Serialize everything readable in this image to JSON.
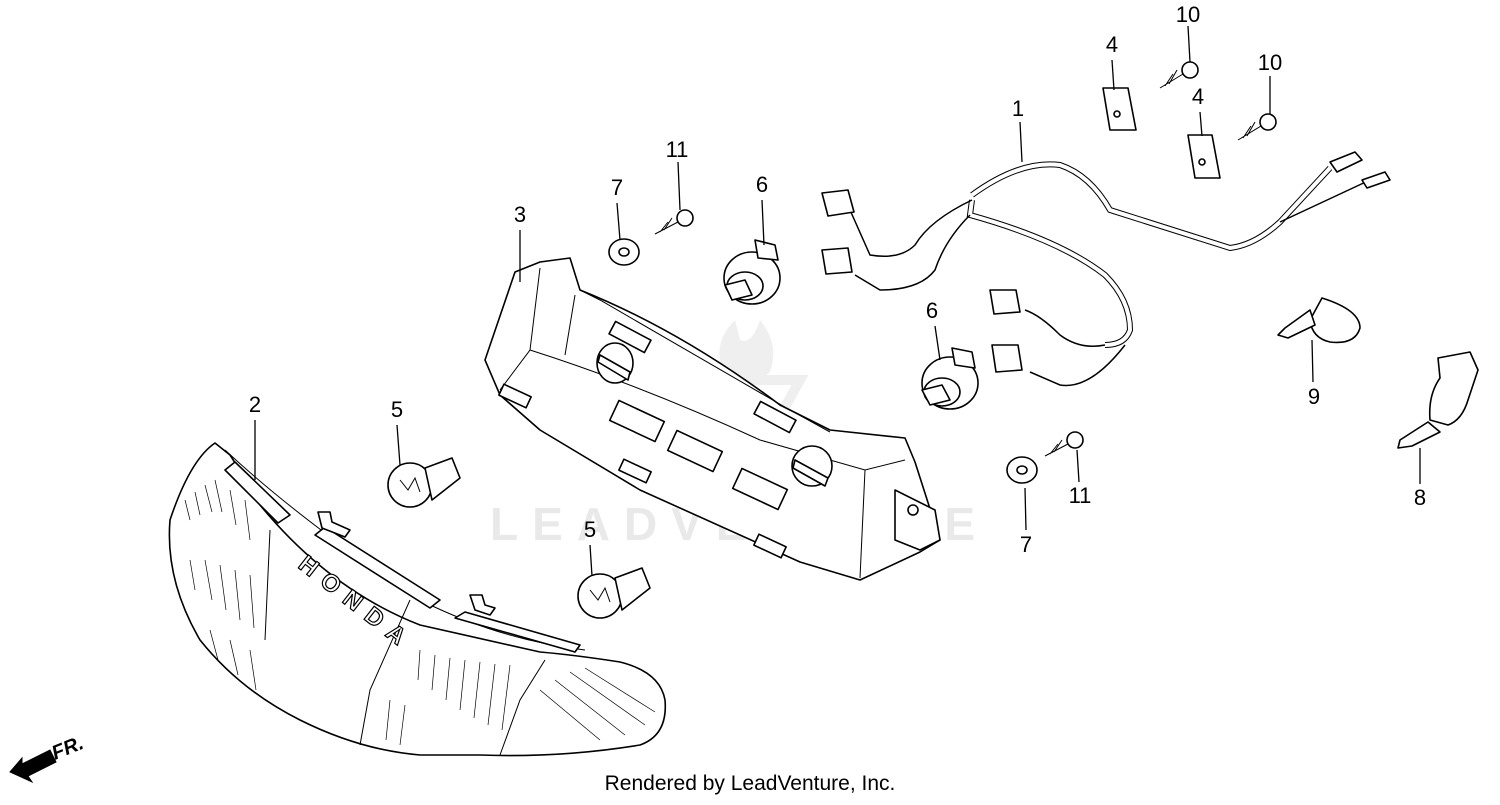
{
  "footer": {
    "text": "Rendered by LeadVenture, Inc."
  },
  "watermark": {
    "text": "LEADVENTURE"
  },
  "direction": {
    "label": "FR."
  },
  "lens": {
    "brand": "HONDA"
  },
  "callouts": [
    {
      "num": "1"
    },
    {
      "num": "2"
    },
    {
      "num": "3"
    },
    {
      "num": "4"
    },
    {
      "num": "4"
    },
    {
      "num": "5"
    },
    {
      "num": "5"
    },
    {
      "num": "6"
    },
    {
      "num": "6"
    },
    {
      "num": "7"
    },
    {
      "num": "7"
    },
    {
      "num": "8"
    },
    {
      "num": "9"
    },
    {
      "num": "10"
    },
    {
      "num": "10"
    },
    {
      "num": "11"
    },
    {
      "num": "11"
    }
  ]
}
